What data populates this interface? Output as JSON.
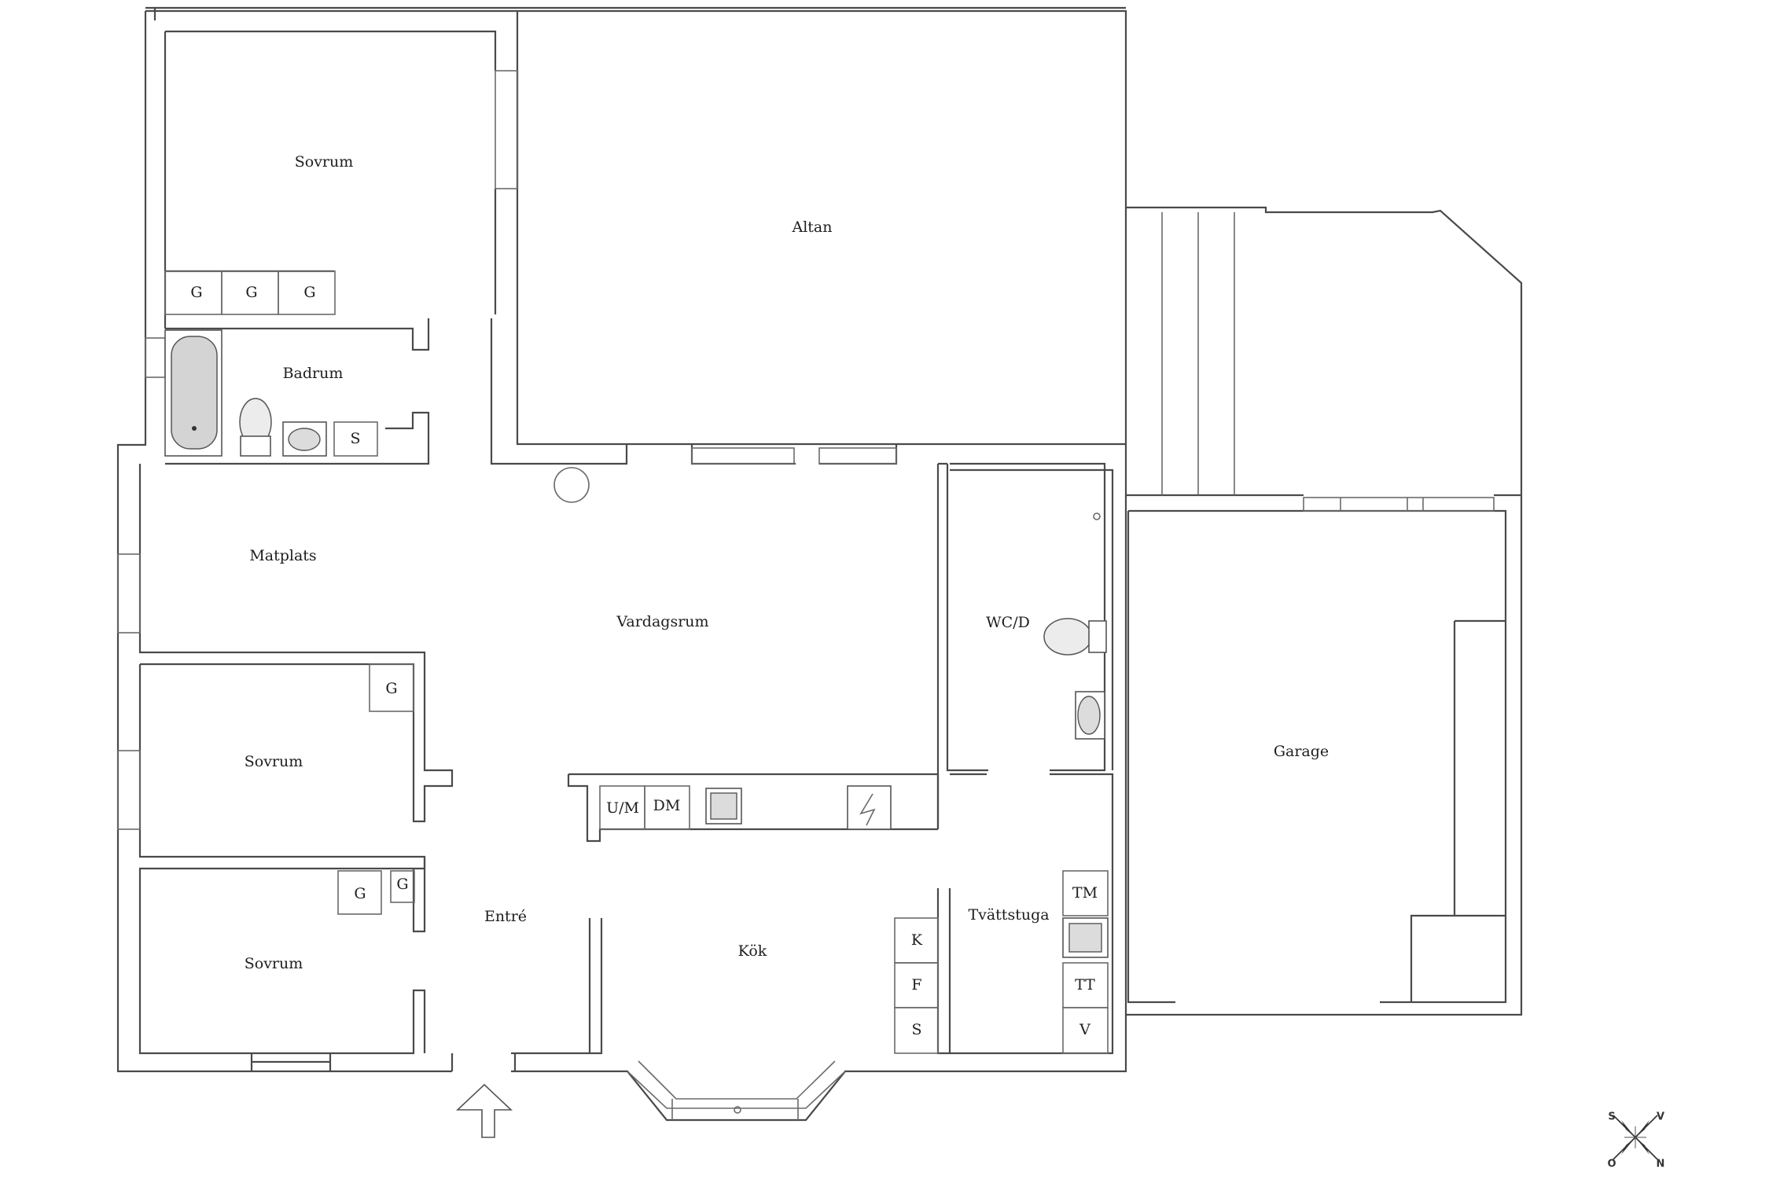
{
  "rooms": {
    "sovrum_top": "Sovrum",
    "badrum": "Badrum",
    "altan": "Altan",
    "matplats": "Matplats",
    "vardagsrum": "Vardagsrum",
    "wc_d": "WC/D",
    "garage": "Garage",
    "sovrum_mid": "Sovrum",
    "sovrum_bottom": "Sovrum",
    "entre": "Entré",
    "kok": "Kök",
    "tvattstuga": "Tvättstuga"
  },
  "fixtures": {
    "wardrobe": "G",
    "storage_s": "S",
    "fridge_freezer": "U/M",
    "dishwasher": "DM",
    "kyl": "K",
    "frys": "F",
    "skap": "S",
    "torkskap": "TM",
    "torktumlare": "TT",
    "tvatt": "V"
  },
  "compass": {
    "s": "S",
    "v": "V",
    "o": "O",
    "n": "N"
  }
}
